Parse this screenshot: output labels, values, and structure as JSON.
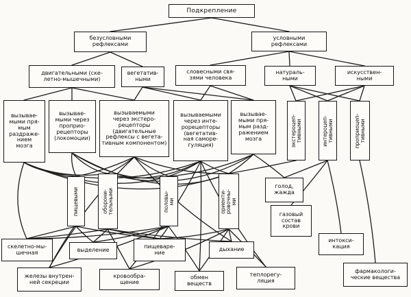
{
  "diagram": {
    "type": "flowchart",
    "language": "ru",
    "line_color": "#1c1c1c",
    "nodes": {
      "root": {
        "label": "Подкрепление"
      },
      "unconditioned": {
        "label": "безусловными\nрефлексами"
      },
      "conditioned": {
        "label": "условными\nрефлексами"
      },
      "motor": {
        "label": "двигательными (ске-\nлетно-мышечными)"
      },
      "vegetative": {
        "label": "вегетатив-\nными"
      },
      "verbal": {
        "label": "словесными свя-\nзями человека"
      },
      "natural": {
        "label": "натураль-\nными"
      },
      "artificial": {
        "label": "искусствен-\nными"
      },
      "brain_direct_left": {
        "label": "вызывае-\nмыми пря-\nмым\nраздраже-\nнием\nмозга"
      },
      "via_proprioreceptors": {
        "label": "вызывае-\nмыми через\nпроприо-\nрецепторы\n(локомоции)"
      },
      "via_exteroreceptors": {
        "label": "вызываемыми\nчерез экстеро-\nрецепторы\n(двигательные\nрефлексы с вегета-\nтивным компонентом)"
      },
      "via_interoreceptors": {
        "label": "вызываемыми\nчерез инте-\nрорецепторы\n(вегетатив-\nная саморе-\nгуляция)"
      },
      "brain_direct_right": {
        "label": "вызывае-\nмыми пря-\nмым разд-\nражением\nмозга"
      },
      "exteroceptive": {
        "label": "экстероцеп-\nтивными"
      },
      "interoceptive": {
        "label": "интероцеп-\nтивными"
      },
      "proprioceptive": {
        "label": "проприоцеп-\nтивными"
      },
      "food": {
        "label": "пищевыми"
      },
      "defensive": {
        "label": "оборони-\nтельными"
      },
      "sexual": {
        "label": "половы-\nми"
      },
      "orienting": {
        "label": "ориенти-\nровочны-\nми"
      },
      "hunger_thirst": {
        "label": "голод,\nжажда"
      },
      "blood_gas": {
        "label": "газовый\nсостав\nкрови"
      },
      "intoxication": {
        "label": "интокси-\nкация"
      },
      "pharmacological": {
        "label": "фармакологи-\nческие вещества"
      },
      "skeletal_muscular": {
        "label": "скелетно-мы-\nшечная"
      },
      "excretion": {
        "label": "выделение"
      },
      "digestion": {
        "label": "пищеваре-\nние"
      },
      "breathing": {
        "label": "дыхание"
      },
      "endocrine_glands": {
        "label": "железы внутрен-\nней секреции"
      },
      "circulation": {
        "label": "кровообра-\nщение"
      },
      "metabolism": {
        "label": "обмен\nвеществ"
      },
      "thermoregulation": {
        "label": "теплорегу-\nляция"
      }
    }
  }
}
